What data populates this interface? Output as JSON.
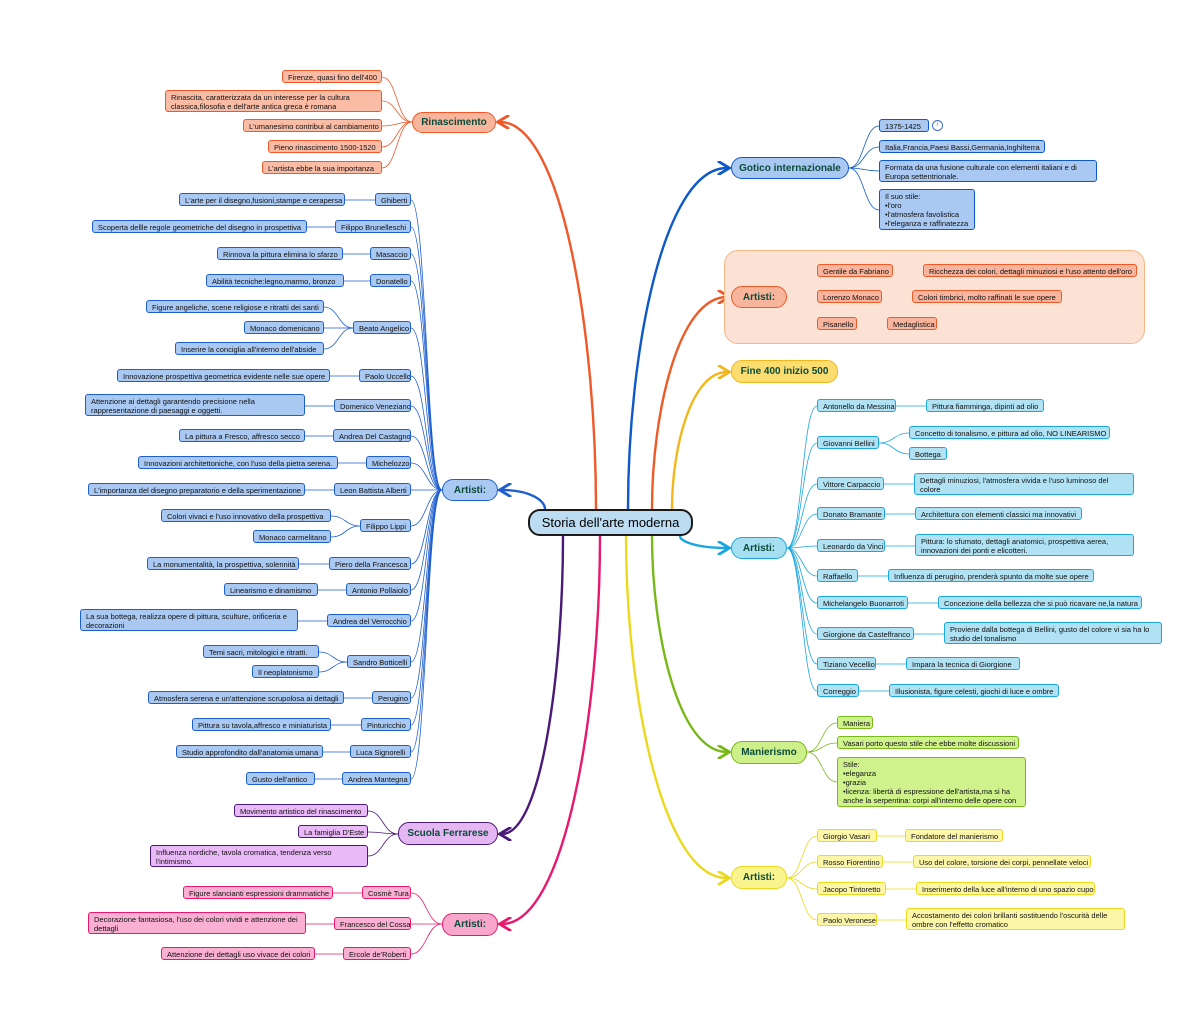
{
  "central": "Storia dell'arte moderna",
  "branches": {
    "rinascimento": {
      "title": "Rinascimento",
      "items": [
        "Firenze, quasi fino dell'400",
        "Rinascita, caratterizzata da un interesse per la cultura classica,filosofia e dell'arte antica greca è romana",
        "L'umanesimo contribui al cambiamento",
        "Pieno rinascimento  1500-1520",
        "L'artista  ebbe la sua importanza"
      ]
    },
    "artisti_rinascimento": {
      "title": "Artisti:",
      "artists": [
        {
          "name": "Ghiberti",
          "notes": [
            "L'arte per il disegno,fusioni,stampe e cerapersa"
          ]
        },
        {
          "name": "Filippo Brunelleschi",
          "notes": [
            "Scoperta dellle regole geometriche del disegno in prospettiva"
          ]
        },
        {
          "name": "Masaccio",
          "notes": [
            "Rinnova la pittura elimina lo sfarzo"
          ]
        },
        {
          "name": "Donatello",
          "notes": [
            "Abilità tecniche:legno,marmo, bronzo"
          ]
        },
        {
          "name": "Beato Angelico",
          "notes": [
            "Figure angeliche, scene religiose e ritratti dei santi",
            "Monaco domenicano",
            "Inserire la conciglia all'interno dell'abside"
          ]
        },
        {
          "name": "Paolo Uccello",
          "notes": [
            "Innovazione prospettiva geometrica evidente nelle sue opere"
          ]
        },
        {
          "name": "Domenico Veneziano",
          "notes": [
            " Attenzione ai dettagli garantendo precisione nella rappresentazione  di paesaggi e oggetti."
          ]
        },
        {
          "name": "Andrea Del Castagno",
          "notes": [
            "La pittura a Fresco, affresco secco"
          ]
        },
        {
          "name": "Michelozzo",
          "notes": [
            "Innovazioni architettoniche, con l'uso della pietra serena."
          ]
        },
        {
          "name": "Leon Battista Alberti",
          "notes": [
            "L'importanza del disegno preparatorio e della sperimentazione"
          ]
        },
        {
          "name": "Filippo Lippi",
          "notes": [
            "Colori vivaci e l'uso innovativo della prospettiva",
            "Monaco carmelitano"
          ]
        },
        {
          "name": "Piero della Francesca",
          "notes": [
            "La monumentalità, la prospettiva, solennità"
          ]
        },
        {
          "name": "Antonio Pollaiolo",
          "notes": [
            "Linearismo e dinamismo"
          ]
        },
        {
          "name": "Andrea del Verrocchio",
          "notes": [
            "La sua bottega, realizza opere di pittura, sculture, orificeria e decorazioni"
          ]
        },
        {
          "name": "Sandro Botticelli",
          "notes": [
            "Temi sacri, mitologici e ritratti.",
            "Il neoplatonismo"
          ]
        },
        {
          "name": "Perugino",
          "notes": [
            "Atmosfera serena e un'attenzione scrupolosa ai dettagli"
          ]
        },
        {
          "name": "Pinturicchio",
          "notes": [
            "Pittura su tavola,affresco e miniaturista"
          ]
        },
        {
          "name": "Luca Signorelli",
          "notes": [
            "Studio approfondito dall'anatomia umana"
          ]
        },
        {
          "name": "Andrea Mantegna",
          "notes": [
            "Gusto dell'antico"
          ]
        }
      ]
    },
    "ferrarese": {
      "title": "Scuola Ferrarese",
      "items": [
        "Movimento artistico del rinascimento",
        "La famiglia D'Este",
        "Influenza nordiche, tavola cromatica, tendenza verso l'intimismo."
      ]
    },
    "artisti_ferrarese": {
      "title": "Artisti:",
      "artists": [
        {
          "name": "Cosmè Tura",
          "notes": [
            "Figure slancianti espressioni drammatiche"
          ]
        },
        {
          "name": "Francesco del Cossa",
          "notes": [
            "Decorazione fantasiosa, l'uso dei colori vividi e attenzione dei dettagli"
          ]
        },
        {
          "name": "Ercole de'Roberti",
          "notes": [
            "Attenzione dei dettagli uso vivace dei colori"
          ]
        }
      ]
    },
    "gotico": {
      "title": "Gotico internazionale",
      "items": [
        "1375-1425",
        "Italia,Francia,Paesi Bassi,Germania,Inghilterra",
        "Formata da una fusione culturale con elementi italiani e di Europa settentrionale.",
        "Il suo stile:\n•l'oro\n•l'atmosfera favolistica\n•l'eleganza e raffinatezza"
      ],
      "badge": "i"
    },
    "artisti_gotico": {
      "title": "Artisti:",
      "artists": [
        {
          "name": "Gentile da Fabriano",
          "notes": [
            "Ricchezza dei colori, dettagli minuziosi e l'uso attento dell'oro"
          ]
        },
        {
          "name": "Lorenzo Monaco",
          "notes": [
            "Colori timbrici, molto raffinati le sue opere"
          ]
        },
        {
          "name": "Pisanello",
          "notes": [
            "Medaglistica"
          ]
        }
      ]
    },
    "fine400": {
      "title": "Fine 400 inizio 500"
    },
    "artisti_fine400": {
      "title": "Artisti:",
      "artists": [
        {
          "name": "Antonello da Messina",
          "notes": [
            "Pittura fiamminga, dipinti ad olio"
          ]
        },
        {
          "name": "Giovanni Bellini",
          "notes": [
            "Concetto di tonalismo, e pittura ad olio, NO LINEARISMO",
            "Bottega"
          ]
        },
        {
          "name": "Vittore Carpaccio",
          "notes": [
            "Dettagli minuziosi, l'atmosfera vivida e l'uso luminoso del colore"
          ]
        },
        {
          "name": "Donato Bramante",
          "notes": [
            "Architettura con elementi classici ma innovativi"
          ]
        },
        {
          "name": "Leonardo da Vinci",
          "notes": [
            "Pittura: lo sfumato, dettagli anatomici, prospettiva aerea, innovazioni dei ponti e elicotteri."
          ]
        },
        {
          "name": "Raffaello",
          "notes": [
            "Influenza di perugino, prenderà spunto da molte sue opere"
          ]
        },
        {
          "name": "Michelangelo Buonarroti",
          "notes": [
            "Concezione della bellezza che si può ricavare ne,la natura"
          ]
        },
        {
          "name": "Giorgione da Castelfranco",
          "notes": [
            "Proviene dalla bottega di Bellini, gusto del colore vi sia ha lo studio del tonalismo"
          ]
        },
        {
          "name": "Tiziano Vecellio",
          "notes": [
            "Impara la tecnica di Giorgione"
          ]
        },
        {
          "name": "Correggio",
          "notes": [
            "Illusionista, figure celesti, giochi di luce e ombre"
          ]
        }
      ]
    },
    "manierismo": {
      "title": "Manierismo",
      "items": [
        "Maniera",
        "Vasari porto questo stile che ebbe molte discussioni",
        "Stile:\n•eleganza\n•grazia\n•licenza: libertà di espressione dell'artista,ma si ha anche la serpentina: corpi all'interno delle opere con movimenti di torsioni"
      ]
    },
    "artisti_manierismo": {
      "title": "Artisti:",
      "artists": [
        {
          "name": "Giorgio Vasari",
          "notes": [
            "Fondatore del manierismo"
          ]
        },
        {
          "name": "Rosso Fiorentino",
          "notes": [
            "Uso del colore, torsione dei corpi, pennellate veloci"
          ]
        },
        {
          "name": "Jacopo Tintoretto",
          "notes": [
            "Inserimento della luce all'interno di uno spazio cupo"
          ]
        },
        {
          "name": "Paolo Veronese",
          "notes": [
            "Accostamento dei colori brillanti sostituendo l'oscurità delle ombre con l'effetto cromatico"
          ]
        }
      ]
    }
  },
  "colors": {
    "rinascimento": "#f0582a",
    "artisti_rinascimento": "#1e5fd0",
    "ferrarese": "#4a1a78",
    "artisti_ferrarese": "#e8186e",
    "gotico": "#0f58c8",
    "artisti_gotico": "#ee5a28",
    "fine400": "#f2b71c",
    "artisti_fine400": "#1aa6e0",
    "manierismo": "#78b818",
    "artisti_manierismo": "#ecd81c"
  }
}
